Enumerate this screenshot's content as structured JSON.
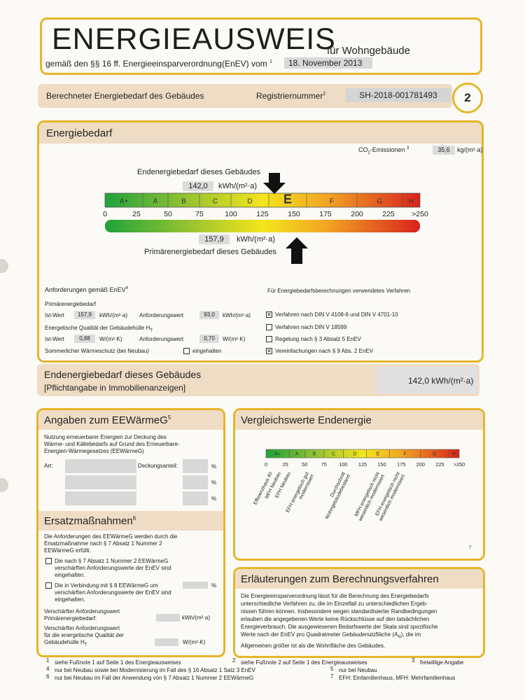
{
  "header": {
    "title": "ENERGIEAUSWEIS",
    "subtitle": "für Wohngebäude",
    "law": "gemäß den §§ 16 ff. Energieeinsparverordnung(EnEV) vom",
    "law_note": "1",
    "date": "18. November 2013"
  },
  "regbar": {
    "label": "Berechneter Energiebedarf des Gebäudes",
    "reg_label": "Registriernummer",
    "reg_note": "2",
    "reg_no": "SH-2018-001781493",
    "page": "2"
  },
  "energiebedarf": {
    "title": "Energiebedarf",
    "co2_label": "CO",
    "co2_sub": "2",
    "co2_label2": "-Emissionen",
    "co2_note": "3",
    "co2_value": "35,6",
    "co2_unit": "kg/(m²·a)",
    "end_label": "Endenergiebedarf dieses Gebäudes",
    "end_value": "142,0",
    "end_unit": "kWh/(m²·a)",
    "prim_value": "157,9",
    "prim_unit": "kWh/(m²·a)",
    "prim_label": "Primärenergiebedarf dieses Gebäudes",
    "classes": [
      "A+",
      "A",
      "B",
      "C",
      "D",
      "E",
      "F",
      "G",
      "H"
    ],
    "ticks": [
      "0",
      "25",
      "50",
      "75",
      "100",
      "125",
      "150",
      "175",
      "200",
      "225",
      ">250"
    ]
  },
  "anforderungen": {
    "title": "Anforderungen gemäß EnEV",
    "title_note": "4",
    "prim_title": "Primärenergiebedarf",
    "ist_label": "Ist-Wert",
    "ist_value": "157,9",
    "ist_unit": "kWh/(m²·a)",
    "anf_label": "Anforderungswert",
    "anf_value": "93,0",
    "anf_unit": "kWh/(m²·a)",
    "quality_title": "Energetische Qualität der Gebäudehülle H",
    "quality_sub": "T",
    "q_ist_label": "Ist-Wert",
    "q_ist_value": "0,88",
    "q_ist_unit": "W/(m²·K)",
    "q_anf_label": "Anforderungswert",
    "q_anf_value": "0,70",
    "q_anf_unit": "W/(m²·K)",
    "summer_label": "Sommerlicher Wärmeschutz (bei Neubau)",
    "summer_check": "eingehalten"
  },
  "verfahren": {
    "title": "Für Energiebedarfsberechnungen verwendetes Verfahren",
    "items": [
      {
        "label": "Verfahren nach DIN V 4108-6 und DIN V 4701-10",
        "checked": true
      },
      {
        "label": "Verfahren nach DIN V 18599",
        "checked": false
      },
      {
        "label": "Regelung nach § 3 Absatz 5 EnEV",
        "checked": false
      },
      {
        "label": "Vereinfachungen nach § 9 Abs. 2 EnEV",
        "checked": true
      }
    ]
  },
  "endbanner": {
    "title": "Endenergiebedarf dieses Gebäudes",
    "sub": "[Pflichtangabe in Immobilienanzeigen]",
    "value": "142,0 kWh/(m²·a)"
  },
  "eew": {
    "title": "Angaben zum EEWärmeG",
    "title_note": "5",
    "intro": [
      "Nutzung erneuerbarer Energien zur Deckung des",
      "Wärme- und Kältebedarfs auf Grund des Erneuerbare-",
      "Energien-Wärmegesetzes (EEWärmeG)"
    ],
    "art_label": "Art:",
    "anteil_label": "Deckungsanteil:",
    "percent": "%",
    "ersatz_title": "Ersatzmaßnahmen",
    "ersatz_note": "6",
    "ersatz_intro": [
      "Die Anforderungen des EEWärmeG werden durch die",
      "Ersatzmaßnahme nach § 7 Absatz 1 Nummer 2",
      "EEWärmeG erfüllt."
    ],
    "opt1": [
      "Die nach § 7 Absatz 1 Nummer 2 EEWärmeG",
      "verschärften Anforderungswerte der EnEV sind",
      "eingehalten."
    ],
    "opt2": [
      "Die in Verbindung mit § 8 EEWärmeG um",
      "verschärften Anforderungswerte der EnEV sind",
      "eingehalten."
    ],
    "v1": [
      "Verschärfter Anforderungswert",
      "Primärenergiebedarf:"
    ],
    "v1_unit": "kWh/(m²·a)",
    "v2": [
      "Verschärfter Anforderungswert",
      "für die energetische Qualität der",
      "Gebäudehülle H"
    ],
    "v2_sub": "T",
    "v2_unit": "W/(m²·K)"
  },
  "vergleich": {
    "title": "Vergleichswerte Endenergie",
    "classes": [
      "A+",
      "A",
      "B",
      "C",
      "D",
      "E",
      "F",
      "G",
      "H"
    ],
    "ticks": [
      "0",
      "25",
      "50",
      "75",
      "100",
      "125",
      "150",
      "175",
      "200",
      "225",
      ">250"
    ],
    "labels": [
      "Effizienzhaus 40",
      "MFH Neubau",
      "EFH Neubau",
      "EFH energetisch gut modernisiert",
      "Durchschnitt Wohngebäudebestand",
      "MFH energetisch nicht wesentlich modernisiert",
      "EFH energetisch nicht wesentlich modernisiert"
    ],
    "note": "7"
  },
  "erlaeuterung": {
    "title": "Erläuterungen zum Berechnungsverfahren",
    "lines": [
      "Die Energieeinsparverordnung lässt für die Berechnung des Energiebedarfs",
      "unterschiedliche Verfahren zu, die im Einzelfall zu unterschiedlichen Ergeb-",
      "nissen führen können. Insbesondere wegen standardisierter Randbedingungen",
      "erlauben die angegebenen Werte keine Rückschlüsse auf den tatsächlichen",
      "Energieverbrauch. Die ausgewiesenen Bedarfswerte der Skala sind spezifische",
      "Werte nach der EnEV pro Quadratmeter Gebäudenutzfläche (A",
      "Allgemeinen größer ist als die Wohnfläche des Gebäudes."
    ],
    "line6_sub": "N",
    "line6_end": "), die im"
  },
  "footnotes": {
    "f1n": "1",
    "f1": "siehe Fußnote 1 auf Seite 1 des Energieausweises",
    "f2n": "2",
    "f2": "siehe Fußnote 2 auf Seite 1 des Energieausweises",
    "f3n": "3",
    "f3": "freiwillige Angabe",
    "f4n": "4",
    "f4": "nur bei Neubau sowie bei Modernisierung im Fall des § 16 Absatz 1 Satz 3 EnEV",
    "f5n": "5",
    "f5": "nur bei Neubau",
    "f6n": "6",
    "f6": "nur bei Neubau im Fall der Anwendung von § 7 Absatz 1 Nummer 2 EEWärmeG",
    "f7n": "7",
    "f7": "EFH: Einfamilienhaus, MFH: Mehrfamilienhaus"
  },
  "colors": {
    "frame": "#e6b52a",
    "band": "#efdcc4"
  }
}
